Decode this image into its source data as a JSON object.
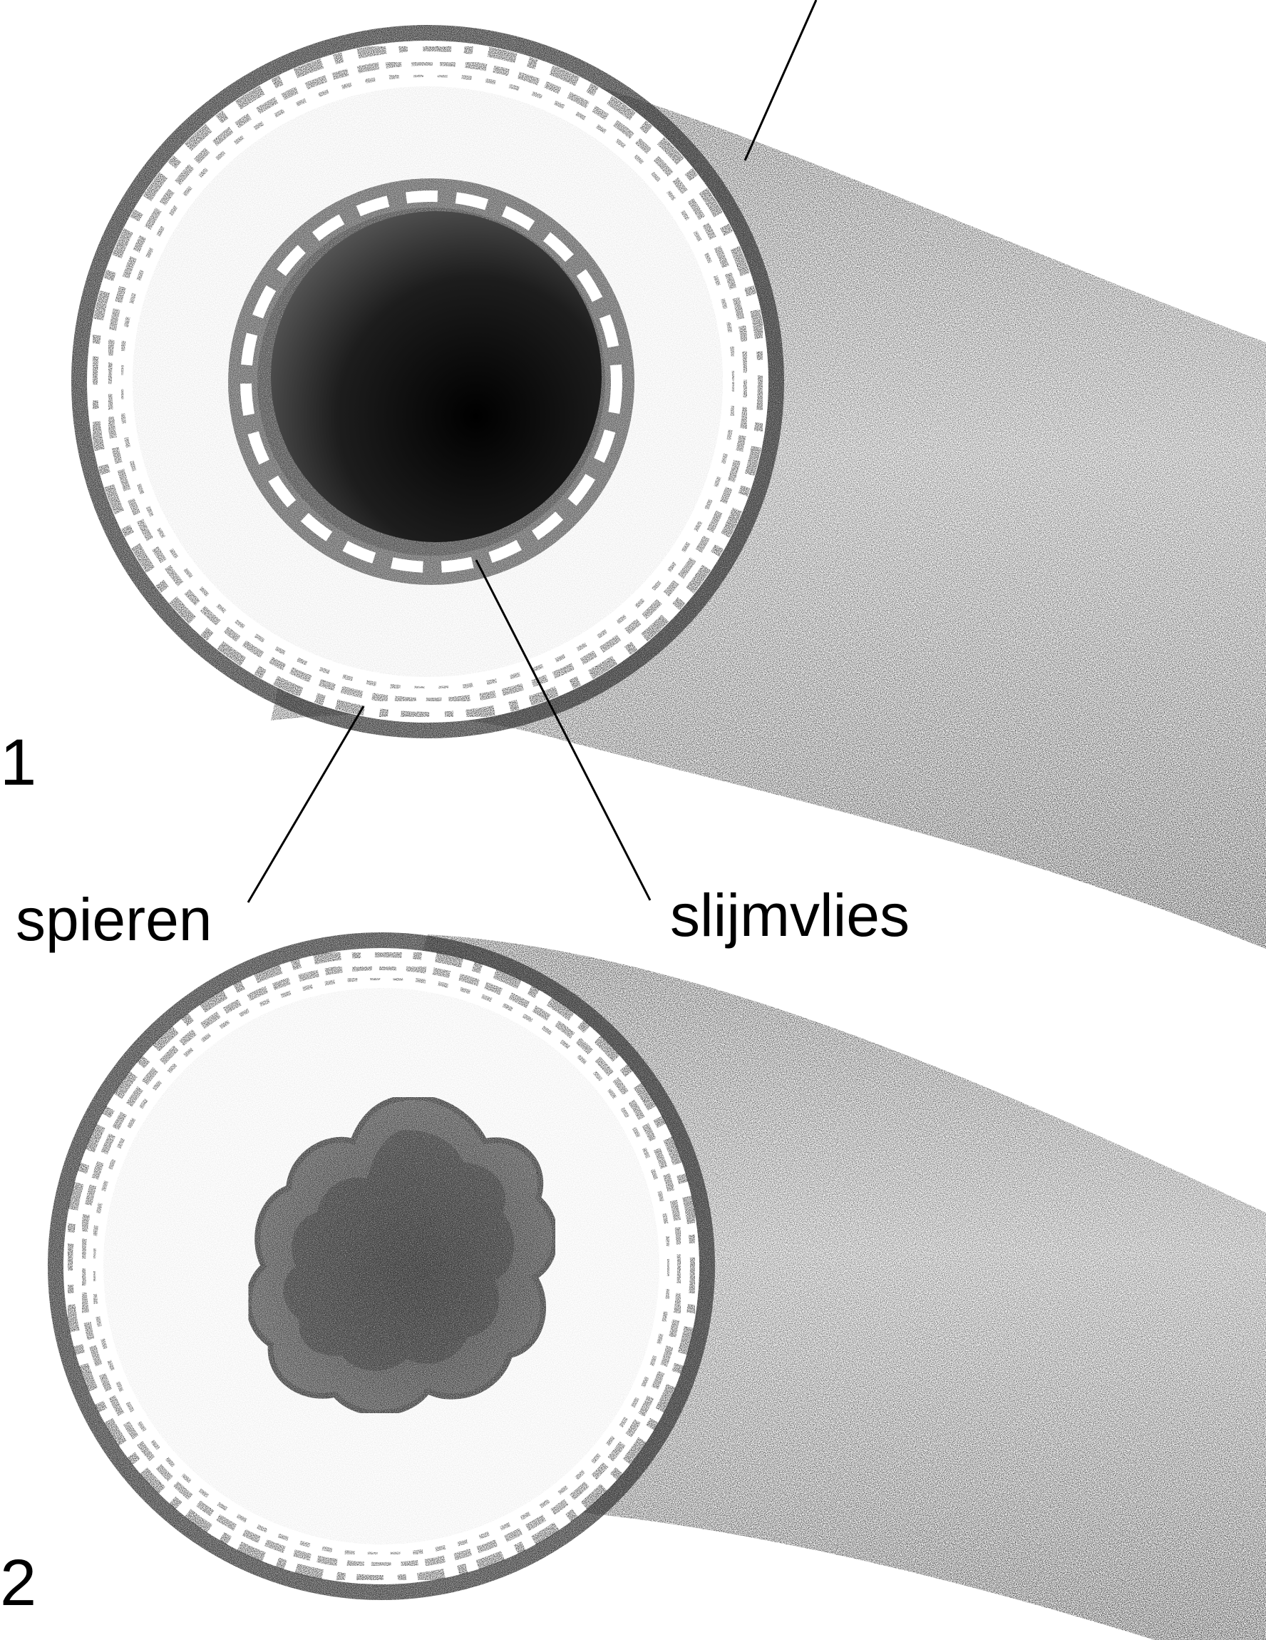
{
  "labels": {
    "muscles": "spieren",
    "mucosa": "slijmvlies"
  },
  "figure_numbers": {
    "first": "1",
    "second": "2"
  },
  "colors": {
    "ink": "#000000",
    "paper": "#ffffff"
  }
}
